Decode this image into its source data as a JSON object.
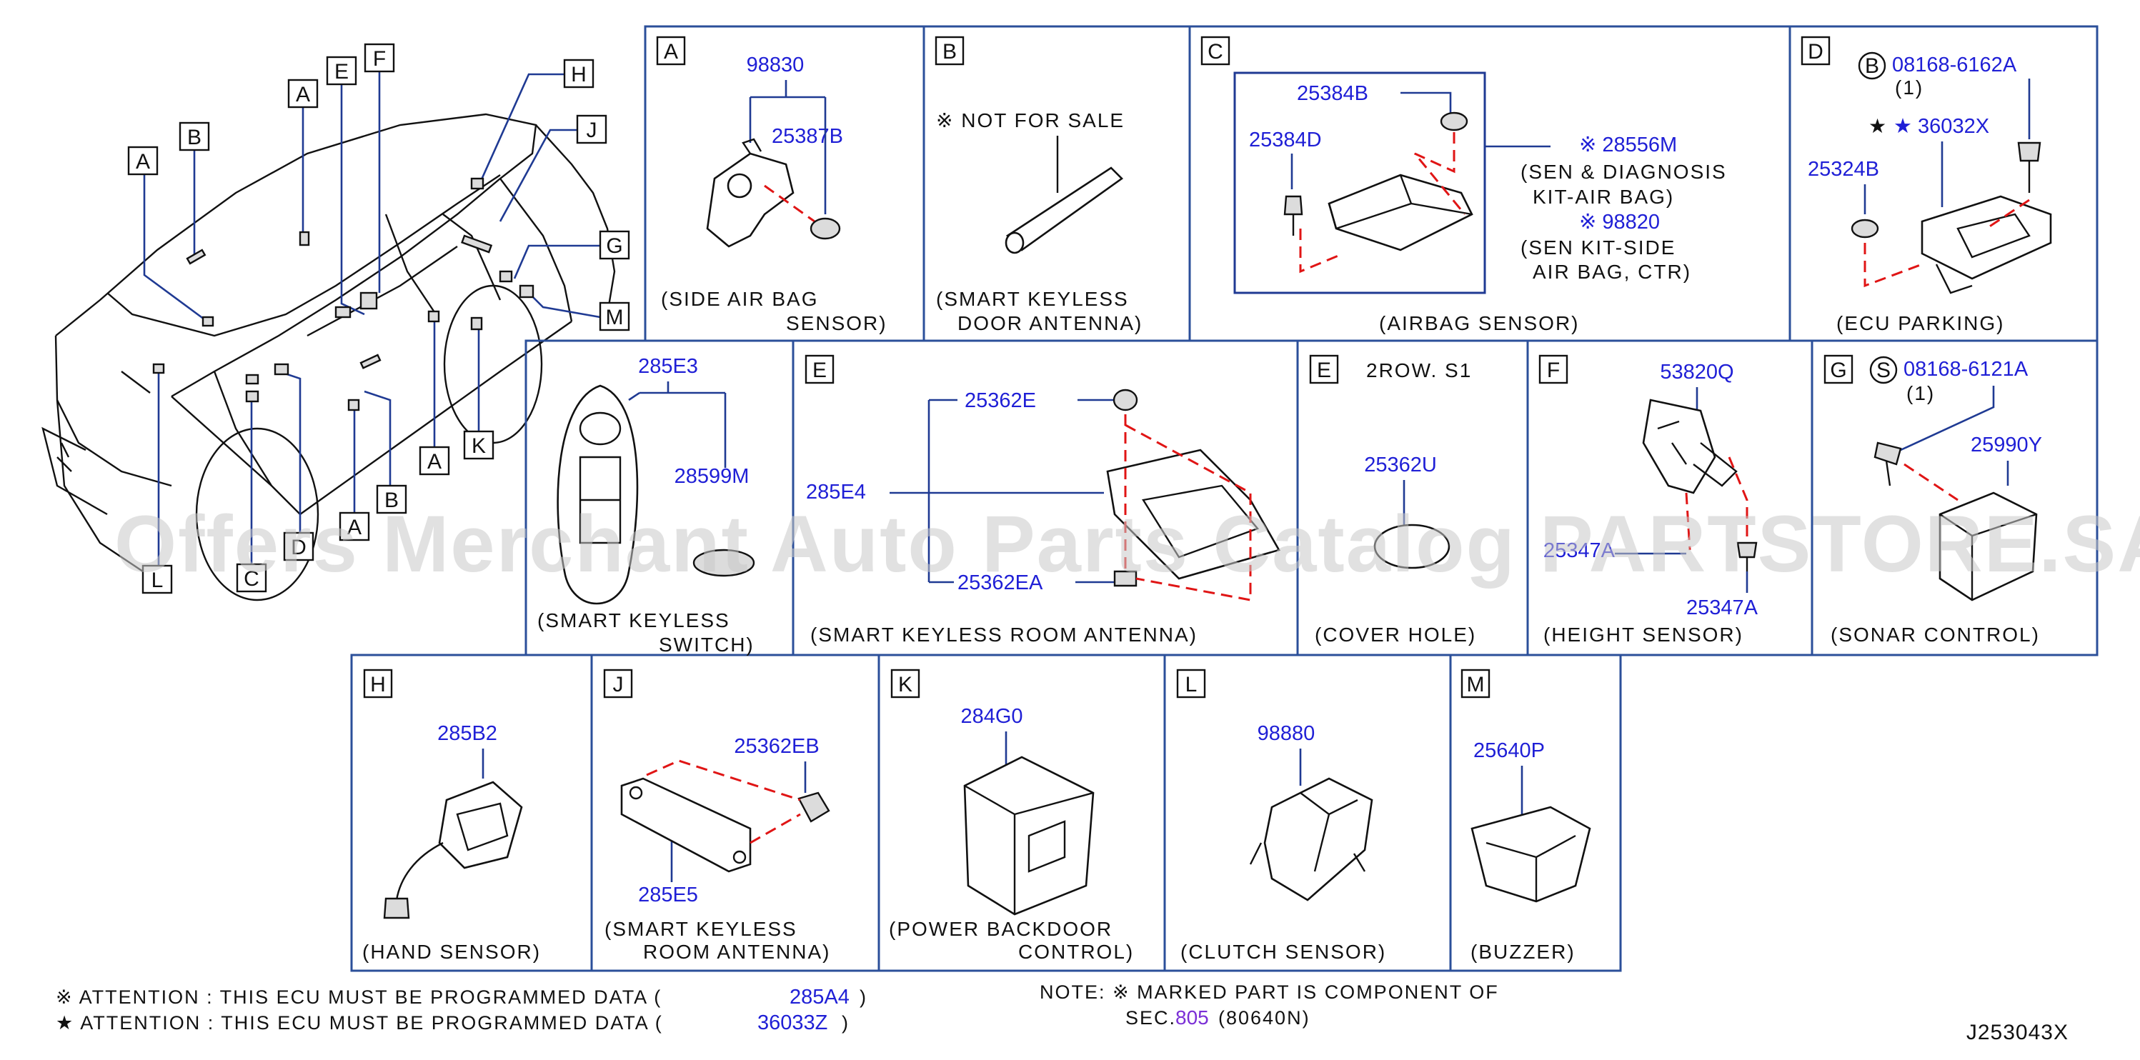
{
  "diagram_code": "J253043X",
  "watermark": "Offers Merchant Auto Parts Catalog PARTSTORE.SA",
  "car_callouts": [
    "A",
    "B",
    "A",
    "E",
    "F",
    "H",
    "J",
    "G",
    "M",
    "K",
    "A",
    "B",
    "A",
    "D",
    "C",
    "L"
  ],
  "panels": [
    {
      "letter": "A",
      "parts": [
        "98830",
        "25387B"
      ],
      "caption_lines": [
        "(SIDE  AIR  BAG",
        "SENSOR)"
      ]
    },
    {
      "letter": "B",
      "note": "※ NOT  FOR  SALE",
      "parts": [],
      "caption_lines": [
        "(SMART  KEYLESS",
        "DOOR  ANTENNA)"
      ]
    },
    {
      "letter": "C",
      "parts": [
        "25384B",
        "25384D",
        "※ 28556M",
        "※ 98820"
      ],
      "desc_lines": [
        "(SEN  &  DIAGNOSIS",
        "KIT-AIR  BAG)",
        "(SEN  KIT-SIDE",
        "AIR  BAG,  CTR)"
      ],
      "caption_lines": [
        "(AIRBAG  SENSOR)"
      ]
    },
    {
      "letter": "D",
      "circle_letter": "B",
      "parts": [
        "08168-6162A",
        "(1)",
        "★ 36032X",
        "25324B"
      ],
      "caption_lines": [
        "(ECU  PARKING)"
      ]
    },
    {
      "letter": "",
      "parts": [
        "285E3",
        "28599M"
      ],
      "caption_lines": [
        "(SMART  KEYLESS",
        "SWITCH)"
      ]
    },
    {
      "letter": "E",
      "parts": [
        "25362E",
        "285E4",
        "25362EA"
      ],
      "caption_lines": [
        "(SMART  KEYLESS  ROOM  ANTENNA)"
      ]
    },
    {
      "letter": "E",
      "subtitle": "2ROW.  S1",
      "parts": [
        "25362U"
      ],
      "caption_lines": [
        "(COVER  HOLE)"
      ]
    },
    {
      "letter": "F",
      "parts": [
        "53820Q",
        "25347A",
        "25347A"
      ],
      "caption_lines": [
        "(HEIGHT  SENSOR)"
      ]
    },
    {
      "letter": "G",
      "circle_letter": "S",
      "parts": [
        "08168-6121A",
        "(1)",
        "25990Y"
      ],
      "caption_lines": [
        "(SONAR  CONTROL)"
      ]
    },
    {
      "letter": "H",
      "parts": [
        "285B2"
      ],
      "caption_lines": [
        "(HAND  SENSOR)"
      ]
    },
    {
      "letter": "J",
      "parts": [
        "25362EB",
        "285E5"
      ],
      "caption_lines": [
        "(SMART  KEYLESS",
        "ROOM  ANTENNA)"
      ]
    },
    {
      "letter": "K",
      "parts": [
        "284G0"
      ],
      "caption_lines": [
        "(POWER  BACKDOOR",
        "CONTROL)"
      ]
    },
    {
      "letter": "L",
      "parts": [
        "98880"
      ],
      "caption_lines": [
        "(CLUTCH  SENSOR)"
      ]
    },
    {
      "letter": "M",
      "parts": [
        "25640P"
      ],
      "caption_lines": [
        "(BUZZER)"
      ]
    }
  ],
  "attention_notes": [
    {
      "text": "※ ATTENTION  :  THIS  ECU  MUST  BE  PROGRAMMED  DATA  (",
      "part": "285A4",
      "close": ")"
    },
    {
      "text": "★ ATTENTION  :  THIS  ECU  MUST  BE  PROGRAMMED  DATA  (",
      "part": "36033Z",
      "close": ")"
    }
  ],
  "note": {
    "line1": "NOTE:  ※ MARKED  PART  IS  COMPONENT  OF",
    "line2_prefix": "SEC.",
    "sec": "805",
    "line2_suffix": "(80640N)"
  },
  "colors": {
    "frame": "#2b4f9a",
    "part_number": "#1f1fd6",
    "leader_red": "#e01515",
    "sec_link": "#7b2fd6"
  }
}
